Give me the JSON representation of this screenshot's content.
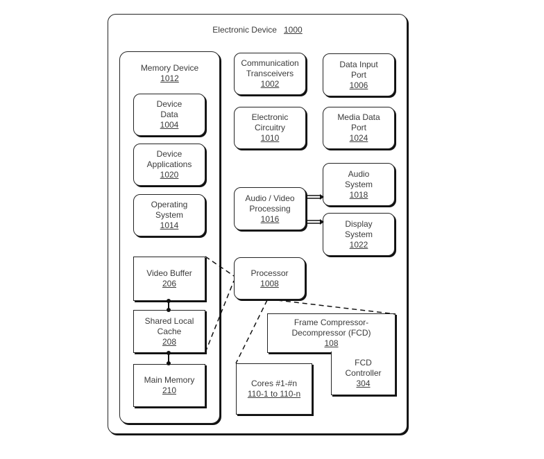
{
  "diagram": {
    "outer": {
      "title": "Electronic Device",
      "ref": "1000"
    },
    "memory_device": {
      "title": "Memory Device",
      "ref": "1012"
    },
    "memory_items": [
      {
        "lines": [
          "Device",
          "Data"
        ],
        "ref": "1004"
      },
      {
        "lines": [
          "Device",
          "Applications"
        ],
        "ref": "1020"
      },
      {
        "lines": [
          "Operating",
          "System"
        ],
        "ref": "1014"
      }
    ],
    "memory_hierarchy": [
      {
        "lines": [
          "Video Buffer"
        ],
        "ref": "206"
      },
      {
        "lines": [
          "Shared Local",
          "Cache"
        ],
        "ref": "208"
      },
      {
        "lines": [
          "Main Memory"
        ],
        "ref": "210"
      }
    ],
    "components": {
      "comm": {
        "lines": [
          "Communication",
          "Transceivers"
        ],
        "ref": "1002"
      },
      "data_input": {
        "lines": [
          "Data Input",
          "Port"
        ],
        "ref": "1006"
      },
      "circuitry": {
        "lines": [
          "Electronic",
          "Circuitry"
        ],
        "ref": "1010"
      },
      "media_port": {
        "lines": [
          "Media Data",
          "Port"
        ],
        "ref": "1024"
      },
      "av_proc": {
        "lines": [
          "Audio / Video",
          "Processing"
        ],
        "ref": "1016"
      },
      "audio": {
        "lines": [
          "Audio",
          "System"
        ],
        "ref": "1018"
      },
      "display": {
        "lines": [
          "Display",
          "System"
        ],
        "ref": "1022"
      },
      "processor": {
        "lines": [
          "Processor"
        ],
        "ref": "1008"
      },
      "fcd": {
        "lines": [
          "Frame Compressor-",
          "Decompressor (FCD)"
        ],
        "ref": "108"
      },
      "fcd_ctrl": {
        "lines": [
          "FCD",
          "Controller"
        ],
        "ref": "304"
      },
      "cores": {
        "lines": [
          "Cores #1-#n"
        ],
        "ref": "110-1 to 110-n"
      }
    }
  }
}
